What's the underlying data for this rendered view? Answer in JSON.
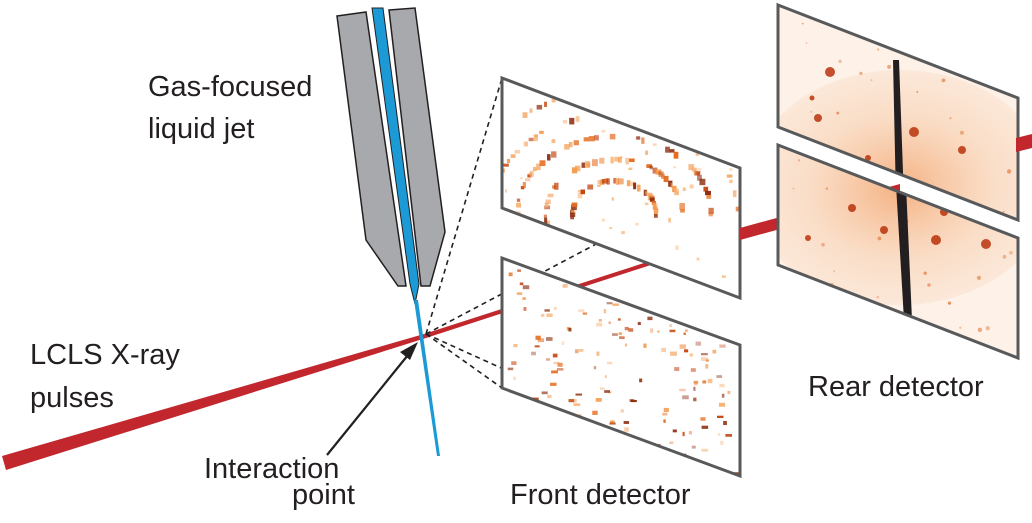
{
  "labels": {
    "jet_line1": "Gas-focused",
    "jet_line2": "liquid jet",
    "xray_line1": "LCLS X-ray",
    "xray_line2": "pulses",
    "interaction_line1": "Interaction",
    "interaction_line2": "point",
    "front_detector": "Front detector",
    "rear_detector": "Rear detector"
  },
  "colors": {
    "beam": "#c1272d",
    "jet": "#1b9ad6",
    "nozzle": "#a7a9ac",
    "panel_border": "#58595b",
    "diffraction_spot": "#c2410c",
    "rear_glow": "#f6c7a4"
  },
  "icons": {
    "nozzle": "gas-focused-nozzle",
    "arrow": "interaction-arrow"
  }
}
